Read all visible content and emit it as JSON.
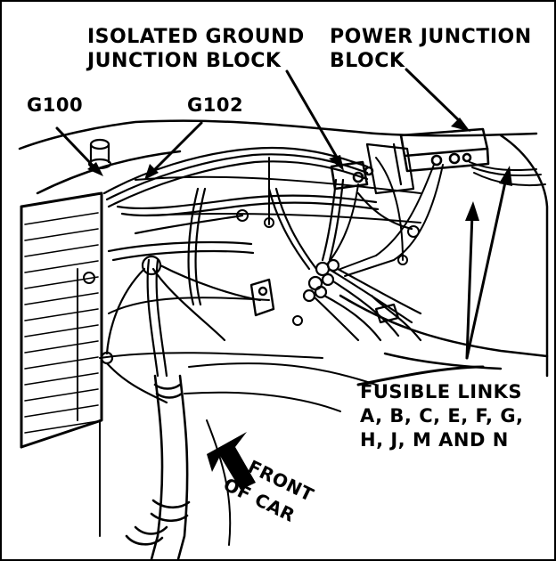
{
  "labels": {
    "isolated_ground": [
      "ISOLATED GROUND",
      "JUNCTION BLOCK"
    ],
    "power_junction": [
      "POWER JUNCTION",
      "BLOCK"
    ],
    "g100": "G100",
    "g102": "G102",
    "fusible_links": [
      "FUSIBLE LINKS",
      "A, B, C, E, F, G,",
      "H, J, M AND N"
    ],
    "front_of_car": [
      "FRONT",
      "OF CAR"
    ]
  },
  "colors": {
    "ink": "#000000",
    "paper": "#ffffff"
  }
}
